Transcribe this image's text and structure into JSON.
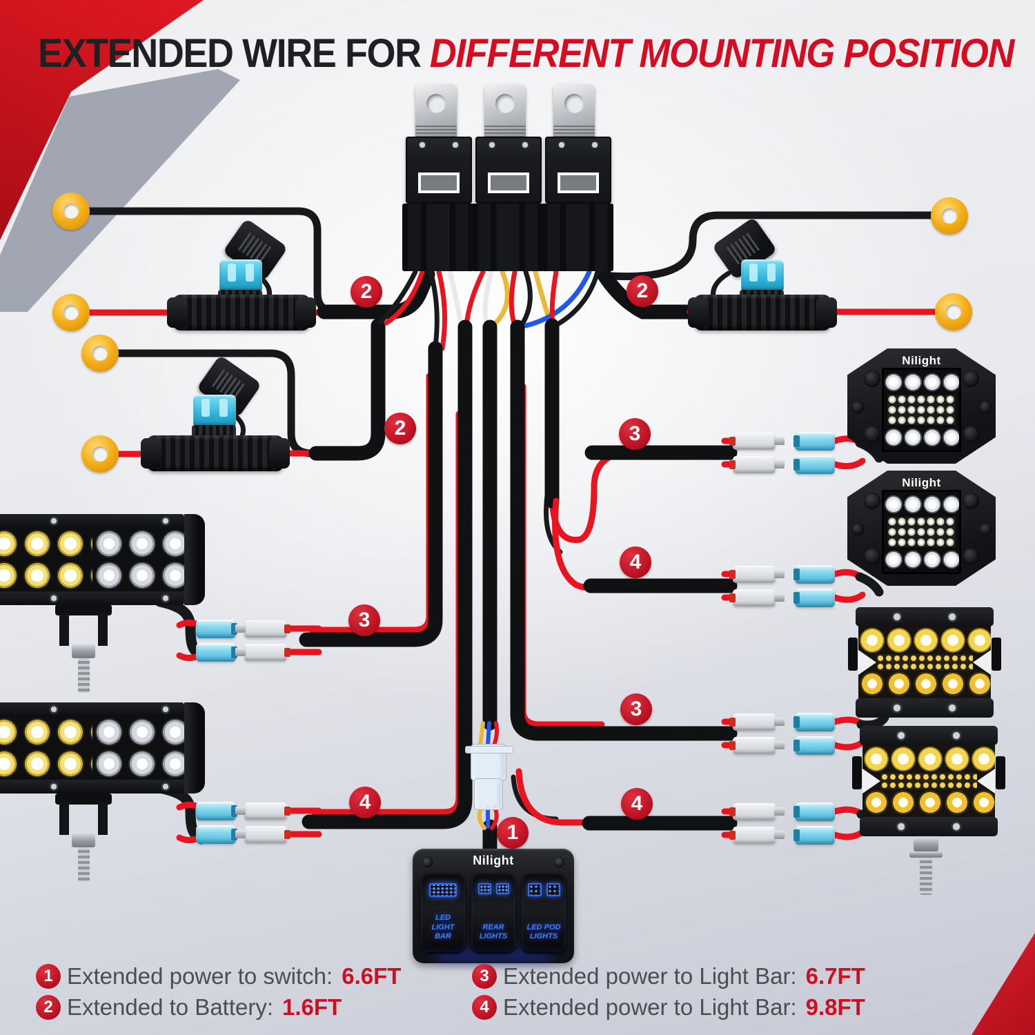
{
  "title": {
    "black": "EXTENDED WIRE FOR",
    "red": "DIFFERENT MOUNTING POSITION"
  },
  "brand": "Nilight",
  "switch_panel": {
    "brand": "Nilight",
    "switches": [
      {
        "label": "LED LIGHT BAR"
      },
      {
        "label": "REAR LIGHTS"
      },
      {
        "label": "LED POD LIGHTS"
      }
    ]
  },
  "annotations": {
    "badges": [
      {
        "n": "2"
      },
      {
        "n": "2"
      },
      {
        "n": "2"
      },
      {
        "n": "3"
      },
      {
        "n": "4"
      },
      {
        "n": "3"
      },
      {
        "n": "4"
      },
      {
        "n": "3"
      },
      {
        "n": "4"
      },
      {
        "n": "1"
      }
    ]
  },
  "legend": {
    "items": [
      {
        "num": "1",
        "label": "Extended power to switch:",
        "value": "6.6FT"
      },
      {
        "num": "2",
        "label": "Extended to Battery:",
        "value": "1.6FT"
      },
      {
        "num": "3",
        "label": "Extended power to Light Bar:",
        "value": "6.7FT"
      },
      {
        "num": "4",
        "label": "Extended power to Light Bar:",
        "value": "9.8FT"
      }
    ]
  },
  "colors": {
    "accent_red": "#cf0e20",
    "wire_red": "#e8141f",
    "connector_blue": "#7fd4ec",
    "fuse_blue": "#2fb4dc",
    "ring_yellow": "#f3ad17",
    "switch_label_blue": "#2f6df0"
  }
}
